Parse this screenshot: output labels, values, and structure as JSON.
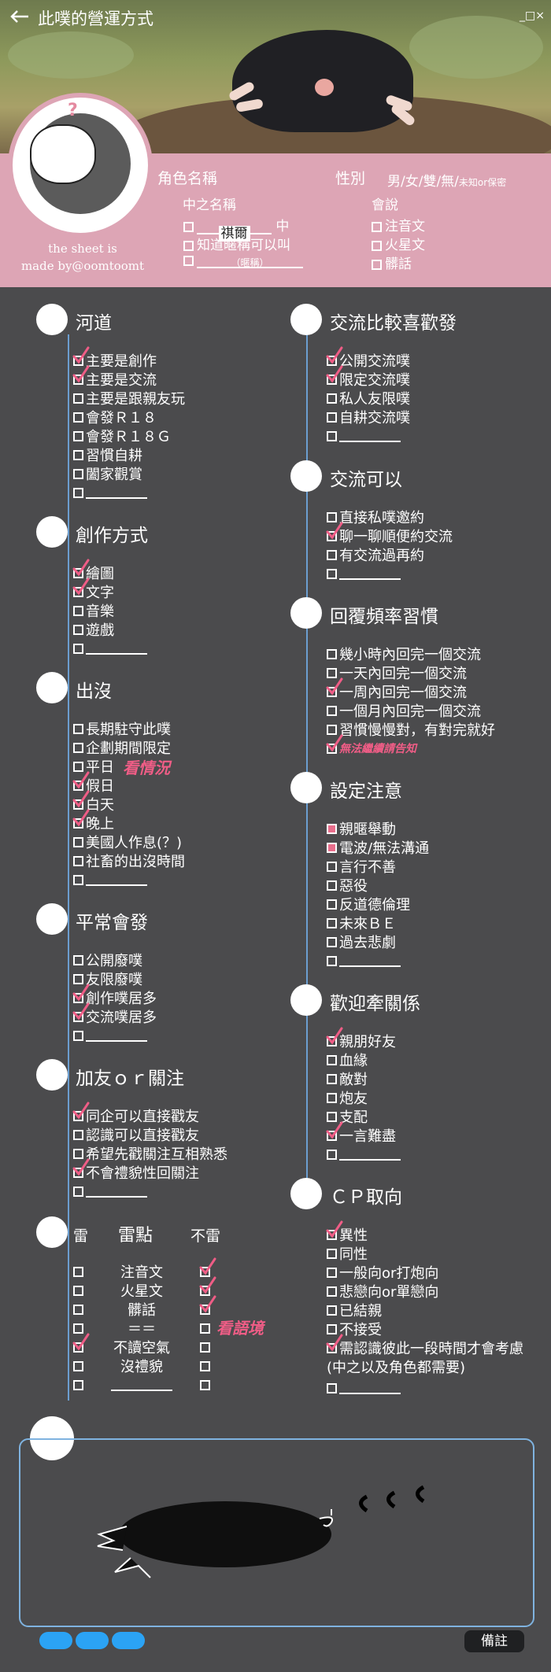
{
  "header": {
    "back_icon": "arrow-left-icon",
    "title": "此噗的營運方式",
    "window_controls": "_□×"
  },
  "profile": {
    "made_by_1": "the sheet is",
    "made_by_2": "made by@oomtoomt",
    "avatar_mark": "?",
    "role_name_label": "角色名稱",
    "gender_label": "性別",
    "gender_options": "男/女/雙/無/",
    "gender_unknown": "未知or保密",
    "cn_name_label": "中之名稱",
    "cn_name_value": "祺爾",
    "cn_name_suffix": "中",
    "know_nickname": "知道暱稱可以叫",
    "nickname_placeholder": "（暱稱）",
    "speaks_label": "會說",
    "speaks": [
      "注音文",
      "火星文",
      "髒話"
    ]
  },
  "left": {
    "river": {
      "title": "河道",
      "items": [
        "主要是創作",
        "主要是交流",
        "主要是跟親友玩",
        "會發Ｒ１８",
        "會發Ｒ１８Ｇ",
        "習慣自耕",
        "闔家觀賞"
      ]
    },
    "creation": {
      "title": "創作方式",
      "items": [
        "繪圖",
        "文字",
        "音樂",
        "遊戲"
      ]
    },
    "presence": {
      "title": "出沒",
      "items": [
        "長期駐守此噗",
        "企劃期間限定",
        "平日",
        "假日",
        "白天",
        "晚上",
        "美國人作息(？)",
        "社畜的出沒時間"
      ],
      "note": "看情況"
    },
    "usual": {
      "title": "平常會發",
      "items": [
        "公開廢噗",
        "友限廢噗",
        "創作噗居多",
        "交流噗居多"
      ]
    },
    "friend": {
      "title": "加友ｏｒ關注",
      "items": [
        "同企可以直接戳友",
        "認識可以直接戳友",
        "希望先戳關注互相熟悉",
        "不會禮貌性回關注"
      ]
    },
    "mines": {
      "title_thunder": "雷",
      "title_points": "雷點",
      "title_not": "不雷",
      "items": [
        "注音文",
        "火星文",
        "髒話",
        "＝＝",
        "不讀空氣",
        "沒禮貌"
      ],
      "note": "看語境"
    }
  },
  "right": {
    "prefer": {
      "title": "交流比較喜歡發",
      "items": [
        "公開交流噗",
        "限定交流噗",
        "私人友限噗",
        "自耕交流噗"
      ]
    },
    "can": {
      "title": "交流可以",
      "items": [
        "直接私噗邀約",
        "聊一聊順便約交流",
        "有交流過再約"
      ]
    },
    "reply": {
      "title": "回覆頻率習慣",
      "items": [
        "幾小時內回完一個交流",
        "一天內回完一個交流",
        "一周內回完一個交流",
        "一個月內回完一個交流",
        "習慣慢慢對，有對完就好"
      ],
      "note": "無法繼續請告知"
    },
    "settings": {
      "title": "設定注意",
      "items": [
        "親暱舉動",
        "電波/無法溝通",
        "言行不善",
        "惡役",
        "反道德倫理",
        "未來ＢＥ",
        "過去悲劇"
      ]
    },
    "relations": {
      "title": "歡迎牽關係",
      "items": [
        "親朋好友",
        "血緣",
        "敵對",
        "炮友",
        "支配",
        "一言難盡"
      ]
    },
    "cp": {
      "title": "ＣＰ取向",
      "items": [
        "異性",
        "同性",
        "一般向or打炮向",
        "悲戀向or單戀向",
        "已結親",
        "不接受",
        "需認識彼此一段時間才會考慮",
        "(中之以及角色都需要)"
      ]
    }
  },
  "footer": {
    "note_button": "備註"
  },
  "colors": {
    "background": "#4b4b4d",
    "pink": "#dda5b5",
    "check": "#ef5d86",
    "accent_blue": "#2ba3f5"
  }
}
